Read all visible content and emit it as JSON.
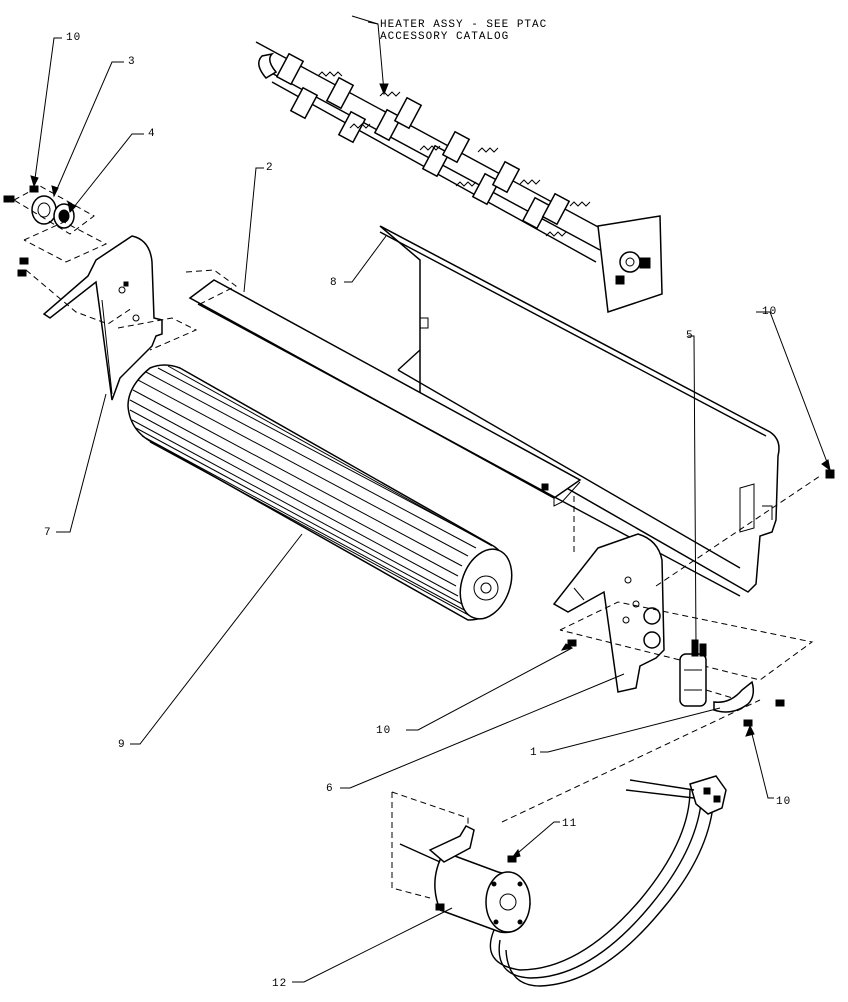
{
  "callouts": {
    "heater_note_line1": "HEATER ASSY - SEE PTAC",
    "heater_note_line2": "ACCESSORY CATALOG",
    "c2": "2",
    "c3": "3",
    "c4": "4",
    "c5": "5",
    "c6": "6",
    "c7": "7",
    "c8": "8",
    "c9": "9",
    "c10_top_left": "10",
    "c10_right": "10",
    "c10_mid": "10",
    "c10_lower_right": "10",
    "c1": "1",
    "c11": "11",
    "c12": "12"
  }
}
